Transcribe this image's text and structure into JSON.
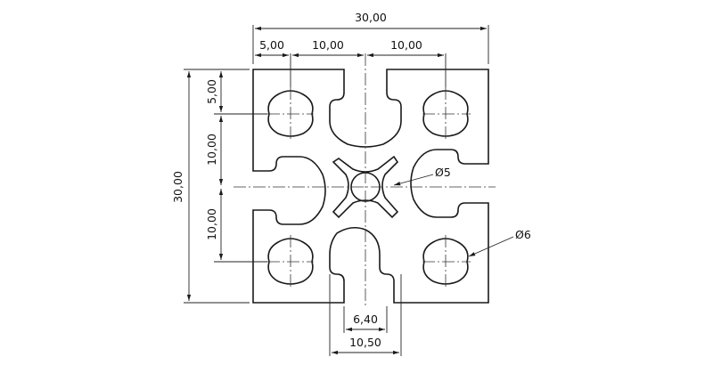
{
  "drawing": {
    "overall_width": "30,00",
    "left_offset": "5,00",
    "top_pitch_left": "10,00",
    "top_pitch_right": "10,00",
    "overall_height": "30,00",
    "left_offset_vertical": "5,00",
    "vertical_pitch_upper": "10,00",
    "vertical_pitch_lower": "10,00",
    "slot_opening": "6,40",
    "slot_width": "10,50",
    "center_bore": "Ø5",
    "corner_bore": "Ø6"
  }
}
